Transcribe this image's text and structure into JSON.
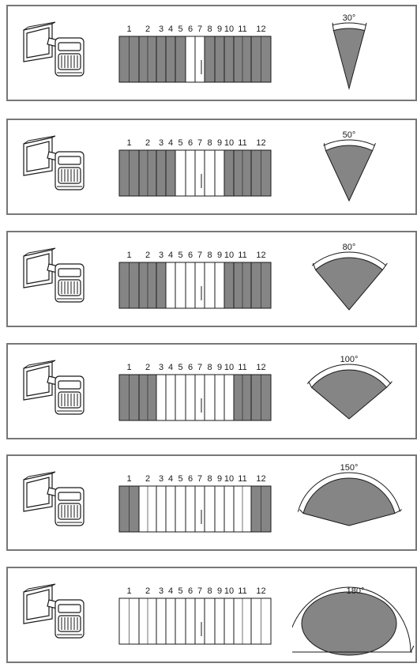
{
  "zone_numbers": [
    "1",
    "2",
    "3",
    "4",
    "5",
    "6",
    "7",
    "8",
    "9",
    "10",
    "11",
    "12"
  ],
  "rows": [
    {
      "angle_label": "30°",
      "angle_deg": 30,
      "masked": [
        true,
        true,
        true,
        true,
        true,
        false,
        false,
        true,
        true,
        true,
        true,
        true
      ]
    },
    {
      "angle_label": "50°",
      "angle_deg": 50,
      "masked": [
        true,
        true,
        true,
        true,
        false,
        false,
        false,
        false,
        false,
        true,
        true,
        true
      ]
    },
    {
      "angle_label": "80°",
      "angle_deg": 80,
      "masked": [
        true,
        true,
        true,
        false,
        false,
        false,
        false,
        false,
        false,
        true,
        true,
        true
      ]
    },
    {
      "angle_label": "100°",
      "angle_deg": 100,
      "masked": [
        true,
        true,
        false,
        false,
        false,
        false,
        false,
        false,
        false,
        false,
        true,
        true
      ]
    },
    {
      "angle_label": "150°",
      "angle_deg": 150,
      "masked": [
        true,
        false,
        false,
        false,
        false,
        false,
        false,
        false,
        false,
        false,
        false,
        true
      ]
    },
    {
      "angle_label": "180°",
      "angle_deg": 180,
      "masked": [
        false,
        false,
        false,
        false,
        false,
        false,
        false,
        false,
        false,
        false,
        false,
        false
      ]
    }
  ],
  "colors": {
    "mask": "#858585",
    "open": "#ffffff",
    "line": "#1a1a1a",
    "border": "#777777",
    "fan": "#858585"
  }
}
